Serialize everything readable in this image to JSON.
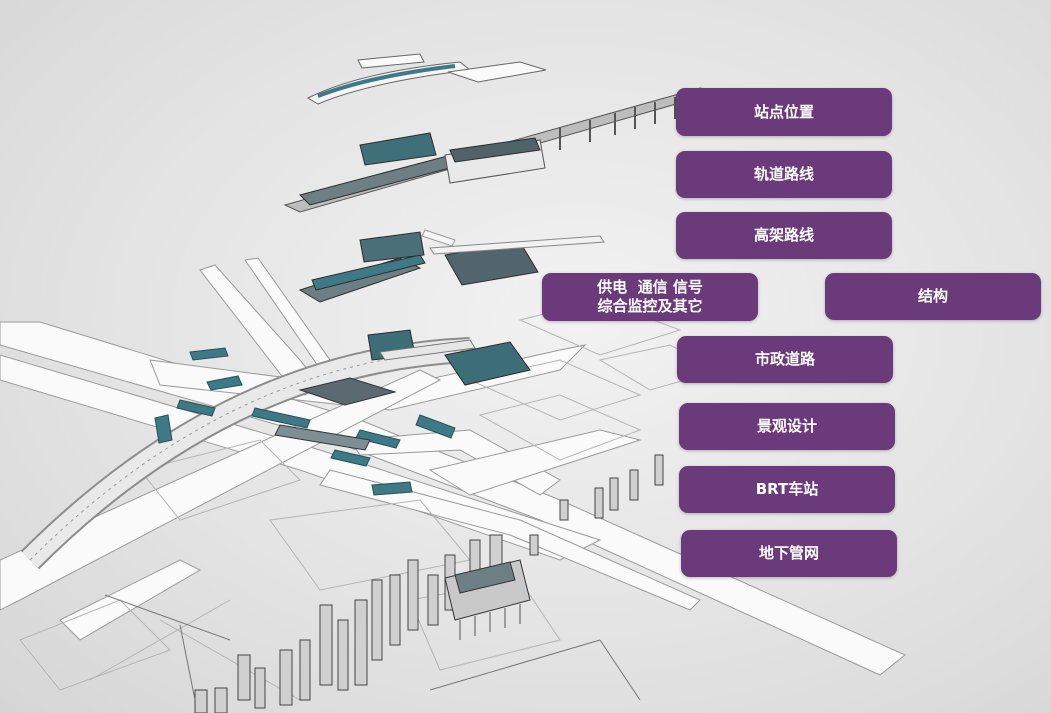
{
  "layers": [
    {
      "label": "站点位置"
    },
    {
      "label": "轨道路线"
    },
    {
      "label": "高架路线"
    },
    {
      "label_line1": "供电  通信 信号",
      "label_line2": "综合监控及其它"
    },
    {
      "label": "结构"
    },
    {
      "label": "市政道路"
    },
    {
      "label": "景观设计"
    },
    {
      "label": "BRT车站"
    },
    {
      "label": "地下管网"
    }
  ],
  "colors": {
    "accent": "#6b3a7a",
    "background": "#e4e4e4",
    "model_teal": "#3d7a86",
    "road": "#fafafa"
  }
}
